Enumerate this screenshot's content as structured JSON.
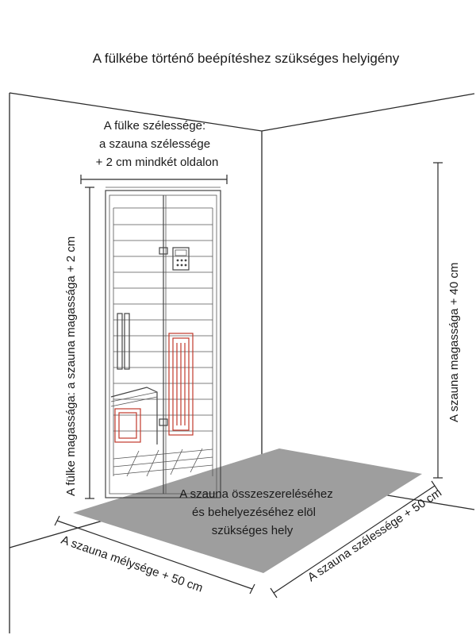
{
  "diagram": {
    "title": "A fülkébe történő beépítéshez szükséges helyigény",
    "niche_width_lines": [
      "A fülke szélessége:",
      "a szauna szélessége",
      "+ 2 cm mindkét oldalon"
    ],
    "niche_height_label": "A fülke magassága: a szauna magassága + 2 cm",
    "sauna_height_label": "A szauna magassága + 40 cm",
    "floor_area_lines": [
      "A szauna összeszereléséhez",
      "és behelyezéséhez elöl",
      "szükséges hely"
    ],
    "depth_label": "A szauna mélysége + 50 cm",
    "width_label": "A szauna szélessége + 50 cm",
    "colors": {
      "floor_area": "#9e9e9e",
      "heater": "#c0392b",
      "lines": "#2a2a2a"
    }
  }
}
